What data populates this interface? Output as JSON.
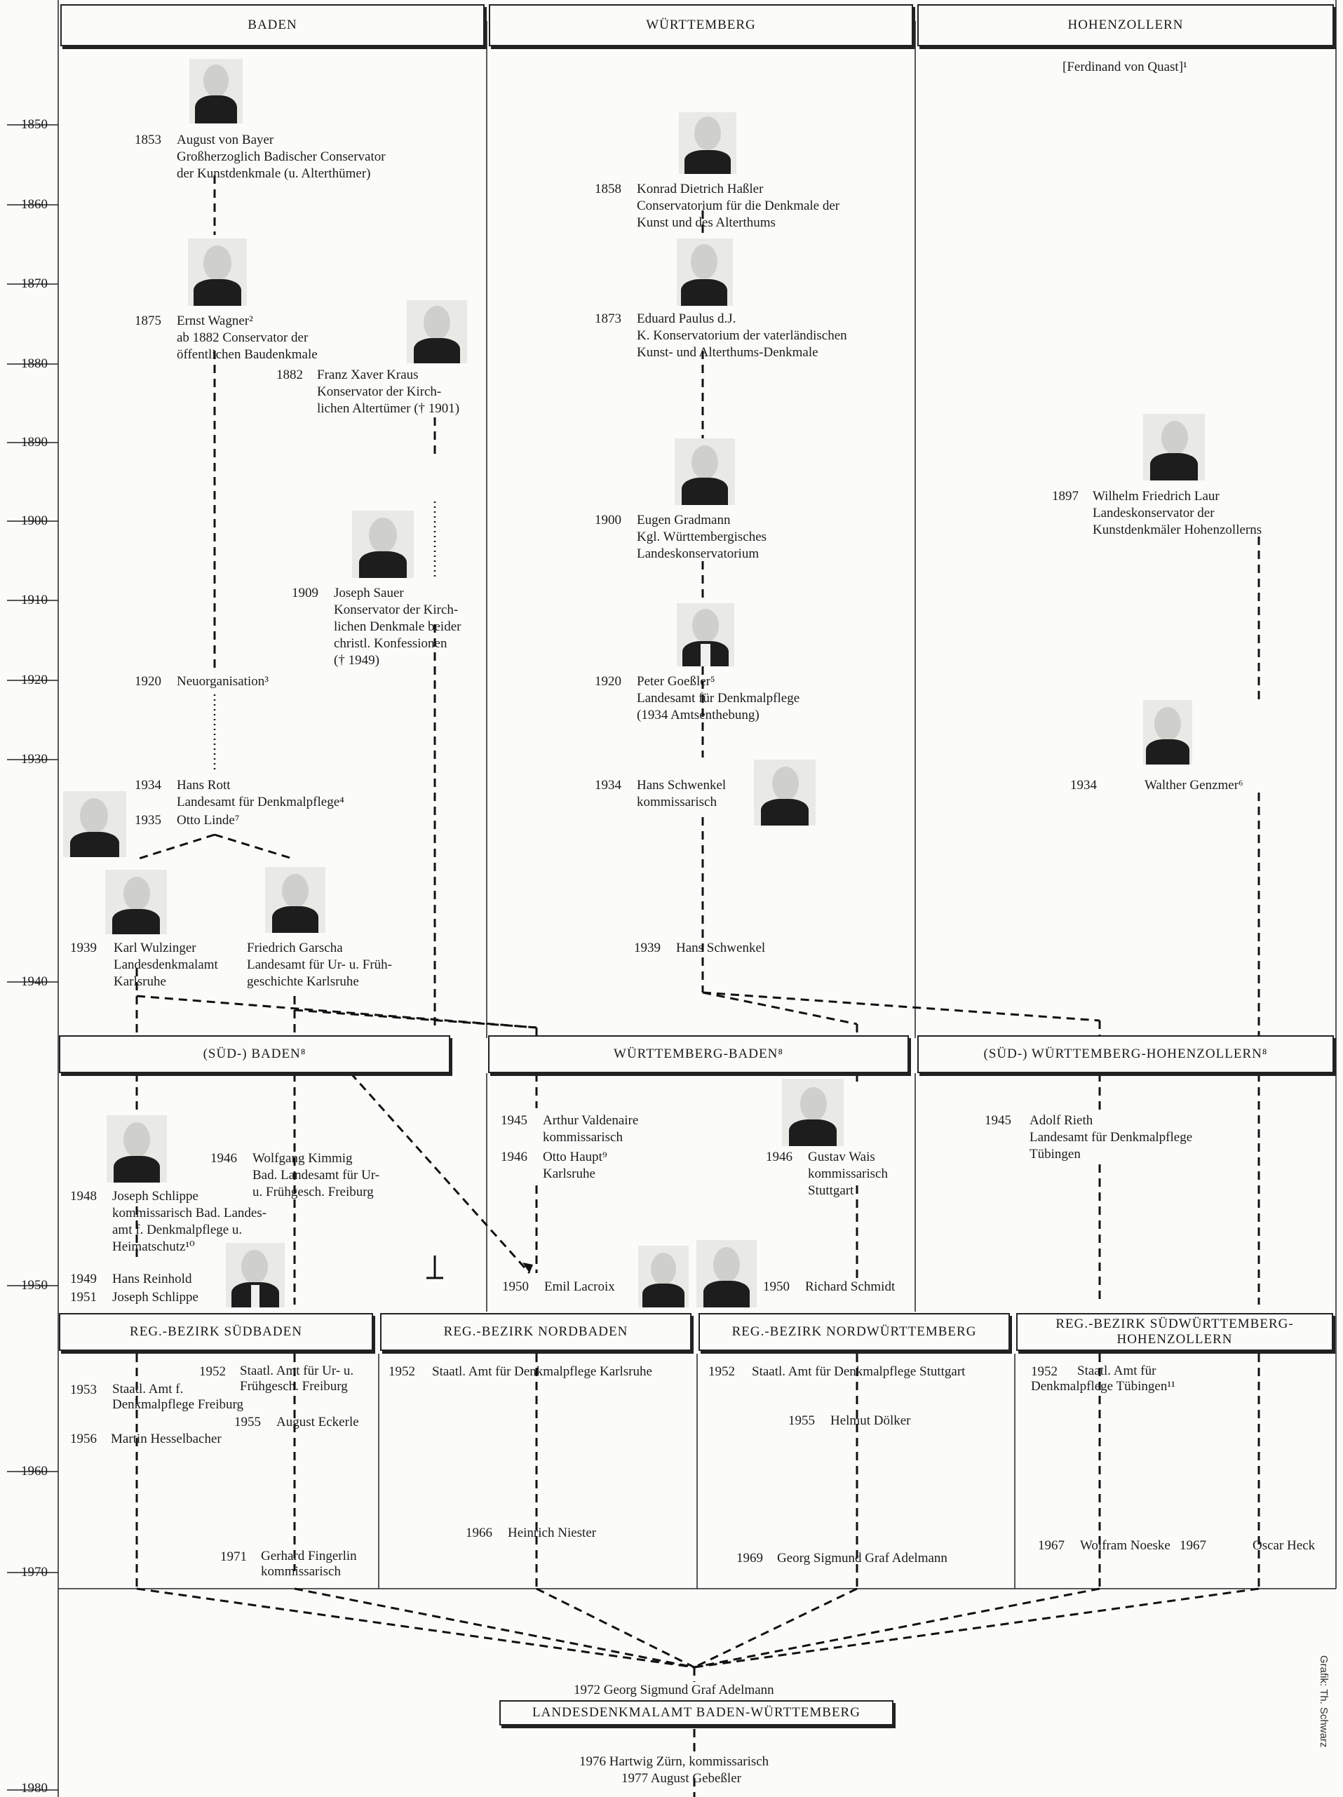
{
  "headers": {
    "top": [
      "BADEN",
      "WÜRTTEMBERG",
      "HOHENZOLLERN"
    ],
    "mid": [
      "(SÜD-) BADEN⁸",
      "WÜRTTEMBERG-BADEN⁸",
      "(SÜD-) WÜRTTEMBERG-HOHENZOLLERN⁸"
    ],
    "reg": [
      "REG.-BEZIRK SÜDBADEN",
      "REG.-BEZIRK NORDBADEN",
      "REG.-BEZIRK NORDWÜRTTEMBERG",
      "REG.-BEZIRK SÜDWÜRTTEMBERG-HOHENZOLLERN"
    ],
    "final": "LANDESDENKMALAMT BADEN-WÜRTTEMBERG"
  },
  "axis_years": [
    "1850",
    "1860",
    "1870",
    "1880",
    "1890",
    "1900",
    "1910",
    "1920",
    "1930",
    "1940",
    "1950",
    "1960",
    "1970",
    "1980"
  ],
  "entries": {
    "quast": "[Ferdinand von Quast]¹",
    "bayer_year": "1853",
    "bayer": [
      "August von Bayer",
      "Großherzoglich Badischer Conservator",
      "der Kunstdenkmale (u. Alterthümer)"
    ],
    "hassler_year": "1858",
    "hassler": [
      "Konrad Dietrich Haßler",
      "Conservatorium für die Denkmale der",
      "Kunst und des Alterthums"
    ],
    "wagner_year": "1875",
    "wagner": [
      "Ernst Wagner²",
      "ab 1882 Conservator der",
      "öffentlichen Baudenkmale"
    ],
    "paulus_year": "1873",
    "paulus": [
      "Eduard Paulus d.J.",
      "K. Konservatorium der vaterländischen",
      "Kunst- und Alterthums-Denkmale"
    ],
    "kraus_year": "1882",
    "kraus": [
      "Franz Xaver Kraus",
      "Konservator der Kirch-",
      "lichen Altertümer († 1901)"
    ],
    "laur_year": "1897",
    "laur": [
      "Wilhelm Friedrich Laur",
      "Landeskonservator der",
      "Kunstdenkmäler Hohenzollerns"
    ],
    "gradmann_year": "1900",
    "gradmann": [
      "Eugen Gradmann",
      "Kgl. Württembergisches",
      "Landeskonservatorium"
    ],
    "sauer_year": "1909",
    "sauer": [
      "Joseph Sauer",
      "Konservator der Kirch-",
      "lichen Denkmale beider",
      "christl. Konfessionen",
      "(† 1949)"
    ],
    "neuorg_year": "1920",
    "neuorg": "Neuorganisation³",
    "goessler_year": "1920",
    "goessler": [
      "Peter Goeßler⁵",
      "Landesamt für Denkmalpflege",
      "(1934 Amtsenthebung)"
    ],
    "rott_year": "1934",
    "rott": [
      "Hans Rott",
      "Landesamt für Denkmalpflege⁴"
    ],
    "linde_year": "1935",
    "linde": "Otto Linde⁷",
    "schwenkel_year": "1934",
    "schwenkel": [
      "Hans Schwenkel",
      "kommissarisch"
    ],
    "genzmer_year": "1934",
    "genzmer": "Walther Genzmer⁶",
    "wulzinger_year": "1939",
    "wulzinger": [
      "Karl Wulzinger",
      "Landesdenkmalamt",
      "Karlsruhe"
    ],
    "garscha": [
      "Friedrich Garscha",
      "Landesamt für Ur- u. Früh-",
      "geschichte Karlsruhe"
    ],
    "schwenkel2_year": "1939",
    "schwenkel2": "Hans Schwenkel",
    "valdenaire_year": "1945",
    "valdenaire": [
      "Arthur Valdenaire",
      "kommissarisch"
    ],
    "haupt_year": "1946",
    "haupt": [
      "Otto Haupt⁹",
      "Karlsruhe"
    ],
    "rieth_year": "1945",
    "rieth": [
      "Adolf Rieth",
      "Landesamt für Denkmalpflege",
      "Tübingen"
    ],
    "kimmig_year": "1946",
    "kimmig": [
      "Wolfgang Kimmig",
      "Bad. Landesamt für Ur-",
      "u. Frühgesch. Freiburg"
    ],
    "wais_year": "1946",
    "wais": [
      "Gustav Wais",
      "kommissarisch",
      "Stuttgart"
    ],
    "schlippe_year": "1948",
    "schlippe": [
      "Joseph Schlippe",
      "kommissarisch Bad. Landes-",
      "amt f. Denkmalpflege u.",
      "Heimatschutz¹⁰"
    ],
    "reinhold_year": "1949",
    "reinhold": "Hans Reinhold",
    "schlippe2_year": "1951",
    "schlippe2": "Joseph Schlippe",
    "lacroix_year": "1950",
    "lacroix": "Emil Lacroix",
    "schmidt_year": "1950",
    "schmidt": "Richard Schmidt",
    "sb_ur_year": "1952",
    "sb_ur": [
      "Staatl. Amt für Ur- u.",
      "Frühgesch. Freiburg"
    ],
    "sb_dpf_year": "1953",
    "sb_dpf": [
      "Staatl. Amt f.",
      "Denkmalpflege Freiburg"
    ],
    "eckerle_year": "1955",
    "eckerle": "August Eckerle",
    "hesselbacher_year": "1956",
    "hesselbacher": "Martin Hesselbacher",
    "nb_amt_year": "1952",
    "nb_amt": "Staatl. Amt für Denkmalpflege Karlsruhe",
    "nw_amt_year": "1952",
    "nw_amt": "Staatl. Amt für Denkmalpflege Stuttgart",
    "sw_amt_year": "1952",
    "sw_amt": [
      "Staatl. Amt für",
      "Denkmalpflege Tübingen¹¹"
    ],
    "doelker_year": "1955",
    "doelker": "Helmut Dölker",
    "niester_year": "1966",
    "niester": "Heinrich Niester",
    "noeske_year": "1967",
    "noeske": "Wolfram Noeske",
    "heck_year": "1967",
    "heck": "Oscar Heck",
    "adelmann_year": "1969",
    "adelmann": "Georg Sigmund Graf Adelmann",
    "fingerlin_year": "1971",
    "fingerlin": [
      "Gerhard Fingerlin",
      "kommissarisch"
    ],
    "final_head": "1972   Georg Sigmund Graf Adelmann",
    "zuern": "1976   Hartwig Zürn, kommissarisch",
    "gebessler": "1977   August Gebeßler"
  },
  "credit": "Grafik:  Th. Schwarz"
}
